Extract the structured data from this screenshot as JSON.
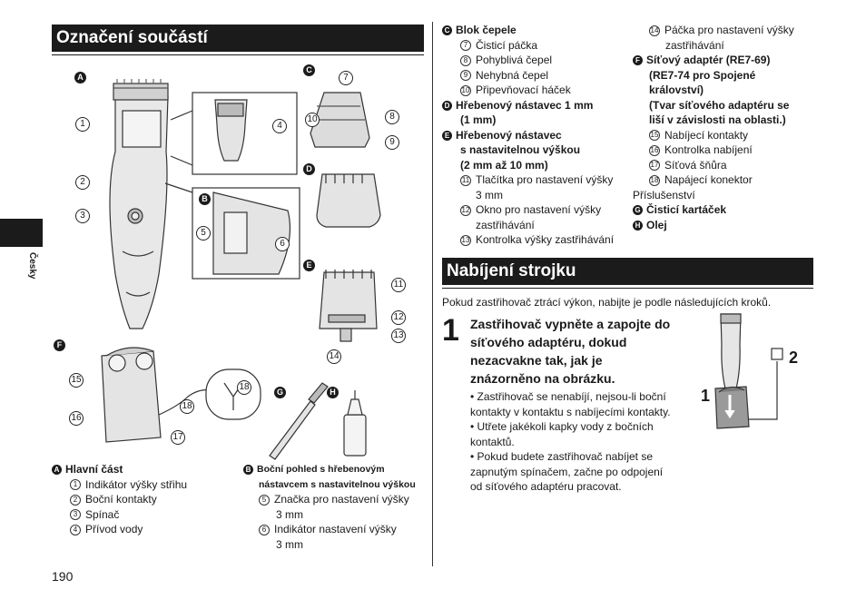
{
  "sec1_title": "Označení součástí",
  "sec2_title": "Nabíjení strojku",
  "side_tab": "Česky",
  "page_no": "190",
  "fig_letters": [
    "A",
    "B",
    "C",
    "D",
    "E",
    "F",
    "G",
    "H"
  ],
  "fig_nums": [
    "1",
    "2",
    "3",
    "4",
    "5",
    "6",
    "7",
    "8",
    "9",
    "10",
    "11",
    "12",
    "13",
    "14",
    "15",
    "16",
    "17",
    "18"
  ],
  "legend_a": {
    "badge": "A",
    "title": "Hlavní část",
    "items": [
      {
        "n": "1",
        "t": "Indikátor výšky střihu"
      },
      {
        "n": "2",
        "t": "Boční kontakty"
      },
      {
        "n": "3",
        "t": "Spínač"
      },
      {
        "n": "4",
        "t": "Přívod vody"
      }
    ]
  },
  "legend_b": {
    "badge": "B",
    "title1": "Boční pohled s hřebenovým",
    "title2": "nástavcem s nastavitelnou výškou",
    "items": [
      {
        "n": "5",
        "t1": "Značka pro nastavení výšky",
        "t2": "3 mm"
      },
      {
        "n": "6",
        "t1": "Indikátor nastavení výšky",
        "t2": "3 mm"
      }
    ]
  },
  "col3": {
    "c_badge": "C",
    "c_title": "Blok čepele",
    "c_items": [
      {
        "n": "7",
        "t": "Čisticí páčka"
      },
      {
        "n": "8",
        "t": "Pohyblivá čepel"
      },
      {
        "n": "9",
        "t": "Nehybná čepel"
      },
      {
        "n": "10",
        "t": "Připevňovací háček"
      }
    ],
    "d_badge": "D",
    "d_title1": "Hřebenový nástavec 1 mm",
    "d_title2": "(1 mm)",
    "e_badge": "E",
    "e_title1": "Hřebenový nástavec",
    "e_title2": "s nastavitelnou výškou",
    "e_title3": "(2 mm až 10 mm)",
    "e_items": [
      {
        "n": "11",
        "t1": "Tlačítka pro nastavení výšky",
        "t2": "3 mm"
      },
      {
        "n": "12",
        "t1": "Okno pro nastavení výšky",
        "t2": "zastřihávání"
      },
      {
        "n": "13",
        "t1": "Kontrolka výšky zastřihávání",
        "t2": ""
      }
    ]
  },
  "col4": {
    "i14_n": "14",
    "i14_t1": "Páčka pro nastavení výšky",
    "i14_t2": "zastřihávání",
    "f_badge": "F",
    "f_t1": "Síťový adaptér (RE7-69)",
    "f_t2": "(RE7-74 pro Spojené",
    "f_t3": "království)",
    "f_t4": "(Tvar síťového adaptéru se",
    "f_t5": "liší v závislosti na oblasti.)",
    "f_items": [
      {
        "n": "15",
        "t": "Nabíjecí kontakty"
      },
      {
        "n": "16",
        "t": "Kontrolka nabíjení"
      },
      {
        "n": "17",
        "t": "Síťová šňůra"
      },
      {
        "n": "18",
        "t": "Napájecí konektor"
      }
    ],
    "acc": "Příslušenství",
    "g_badge": "G",
    "g_t": "Čisticí kartáček",
    "h_badge": "H",
    "h_t": "Olej"
  },
  "charging": {
    "intro": "Pokud zastřihovač ztrácí výkon, nabijte je podle následujících kroků.",
    "step_no": "1",
    "step_l1": "Zastřihovač vypněte a zapojte do",
    "step_l2": "síťového adaptéru, dokud",
    "step_l3": "nezacvakne tak, jak je",
    "step_l4": "znázorněno na obrázku.",
    "bullets": [
      {
        "l1": "Zastřihovač se nenabíjí, nejsou-li boční",
        "l2": "kontakty v kontaktu s nabíjecími kontakty."
      },
      {
        "l1": "Utřete jakékoli kapky vody z bočních",
        "l2": "kontaktů."
      },
      {
        "l1": "Pokud budete zastřihovač nabíjet se",
        "l2": "zapnutým spínačem, začne po odpojení",
        "l3": "od síťového adaptéru pracovat."
      }
    ],
    "fig_1": "1",
    "fig_2": "2"
  }
}
